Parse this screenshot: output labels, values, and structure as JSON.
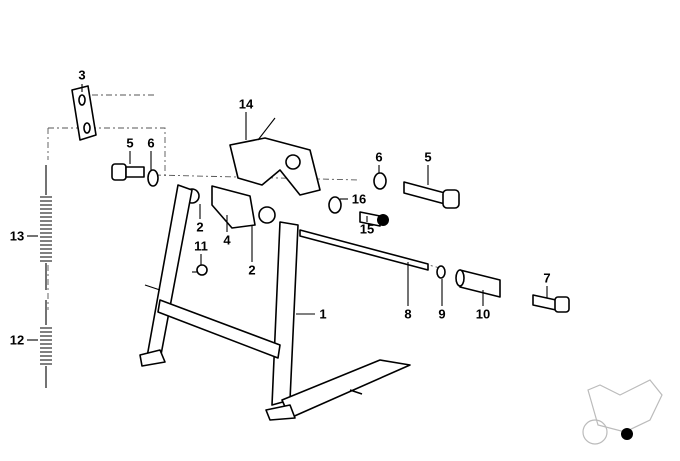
{
  "diagram": {
    "title": "Center stand parts diagram",
    "labels": [
      {
        "id": "3",
        "text": "3"
      },
      {
        "id": "14",
        "text": "14"
      },
      {
        "id": "5a",
        "text": "5"
      },
      {
        "id": "6a",
        "text": "6"
      },
      {
        "id": "6b",
        "text": "6"
      },
      {
        "id": "5b",
        "text": "5"
      },
      {
        "id": "16",
        "text": "16"
      },
      {
        "id": "15",
        "text": "15"
      },
      {
        "id": "2a",
        "text": "2"
      },
      {
        "id": "4",
        "text": "4"
      },
      {
        "id": "2b",
        "text": "2"
      },
      {
        "id": "11",
        "text": "11"
      },
      {
        "id": "13",
        "text": "13"
      },
      {
        "id": "12",
        "text": "12"
      },
      {
        "id": "1",
        "text": "1"
      },
      {
        "id": "8",
        "text": "8"
      },
      {
        "id": "9",
        "text": "9"
      },
      {
        "id": "10",
        "text": "10"
      },
      {
        "id": "7",
        "text": "7"
      }
    ]
  }
}
